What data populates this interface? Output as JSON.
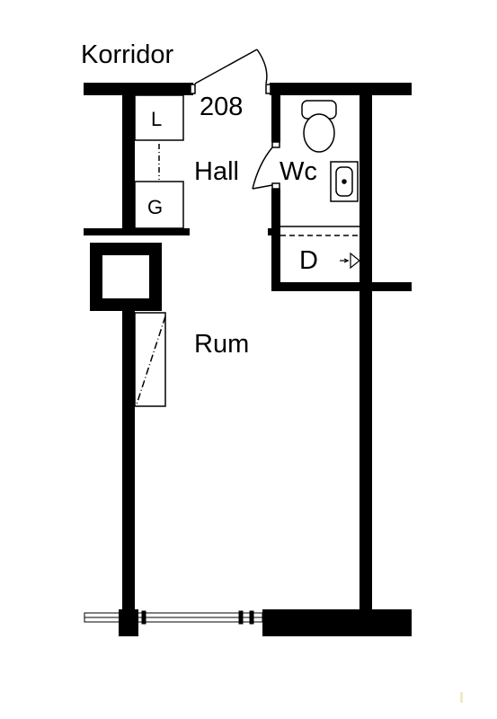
{
  "labels": {
    "corridor": "Korridor",
    "room_number": "208",
    "hall": "Hall",
    "wc": "Wc",
    "wardrobe_l": "L",
    "wardrobe_g": "G",
    "closet_d": "D",
    "room": "Rum"
  },
  "colors": {
    "wall": "#000000",
    "background": "#ffffff",
    "line": "#000000"
  }
}
